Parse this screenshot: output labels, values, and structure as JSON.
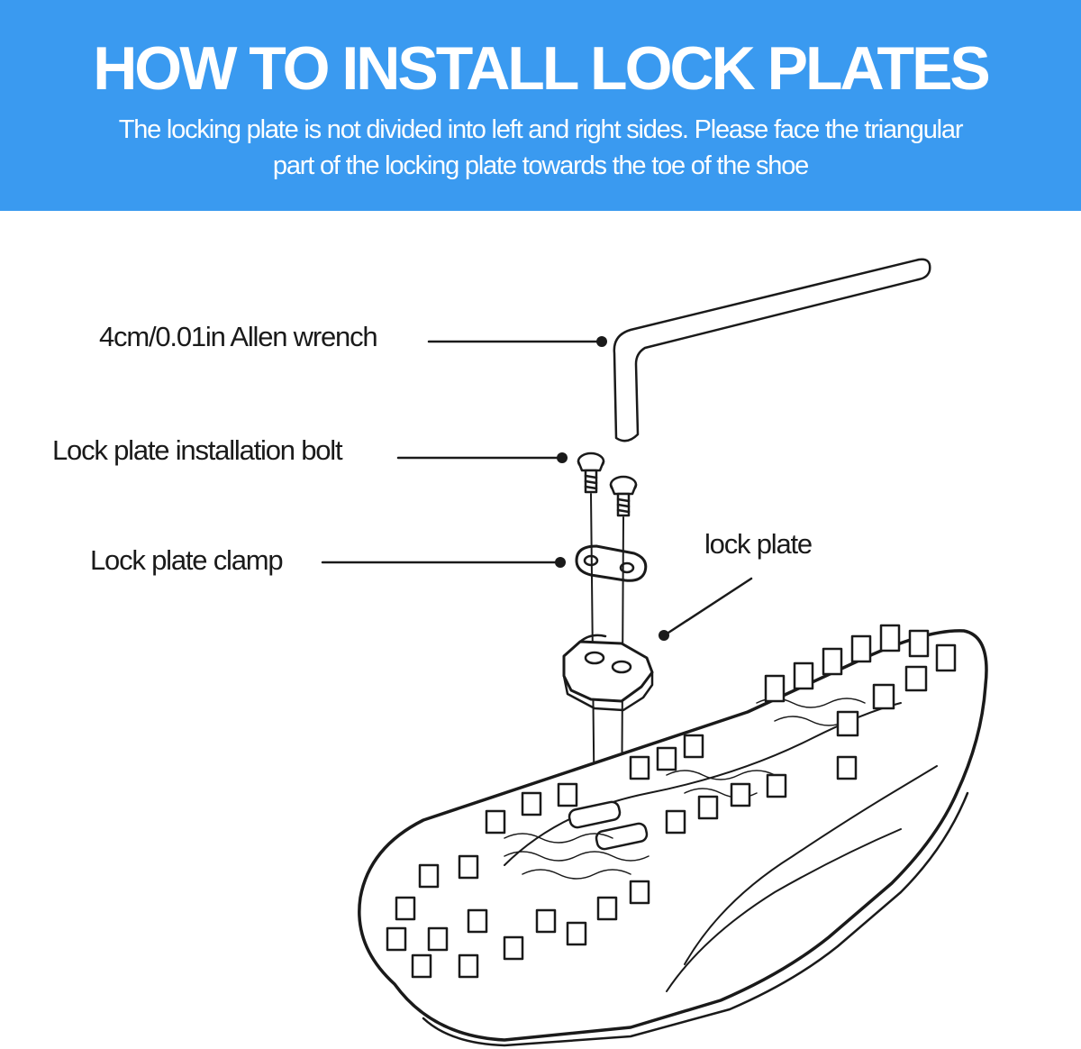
{
  "header": {
    "title": "HOW TO INSTALL LOCK PLATES",
    "subtitle_line1": "The locking plate is not divided into left and right sides. Please face the triangular",
    "subtitle_line2": "part of the locking plate towards the toe of the shoe"
  },
  "callouts": {
    "wrench": "4cm/0.01in Allen wrench",
    "bolt": "Lock plate installation bolt",
    "clamp": "Lock plate clamp",
    "plate": "lock plate"
  },
  "colors": {
    "banner": "#3a9af0",
    "banner_text": "#ffffff",
    "line_art": "#1a1a1a",
    "background": "#ffffff"
  }
}
